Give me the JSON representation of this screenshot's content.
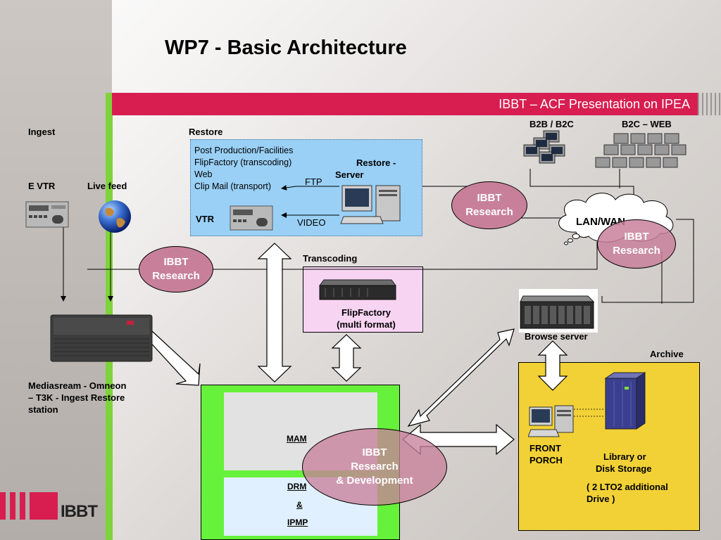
{
  "title": "WP7 - Basic Architecture",
  "banner": "IBBT – ACF Presentation on IPEA",
  "ingest": {
    "label": "Ingest",
    "evtr": "E VTR",
    "live_feed": "Live feed",
    "station": [
      "Mediasream - Omneon",
      "– T3K - Ingest Restore",
      "station"
    ]
  },
  "restore": {
    "label": "Restore",
    "lines": [
      "Post Production/Facilities",
      "FlipFactory (transcoding)",
      "Web",
      "Clip Mail (transport)"
    ],
    "server": [
      "Restore -",
      "Server"
    ],
    "ftp": "FTP",
    "vtr": "VTR",
    "video": "VIDEO"
  },
  "transcoding": {
    "label": "Transcoding",
    "name": [
      "FlipFactory",
      "(multi format)"
    ]
  },
  "network": {
    "b2b": "B2B / B2C",
    "b2c": "B2C – WEB",
    "cloud": "LAN/WAN",
    "browse": "Browse server"
  },
  "ibbt": {
    "research1": [
      "IBBT",
      "Research"
    ],
    "research2": [
      "IBBT",
      "Research"
    ],
    "research3": [
      "IBBT",
      "Research"
    ],
    "dev": [
      "IBBT",
      "Research",
      "& Development"
    ]
  },
  "mam": {
    "mam": "MAM",
    "drm": "DRM",
    "amp": "&",
    "ipmp": "IPMP"
  },
  "archive": {
    "label": "Archive",
    "front": [
      "FRONT",
      "PORCH"
    ],
    "library": [
      "Library  or",
      "Disk Storage"
    ],
    "lto": [
      "( 2 LTO2 additional",
      "Drive )"
    ]
  },
  "logo": "IBBT"
}
